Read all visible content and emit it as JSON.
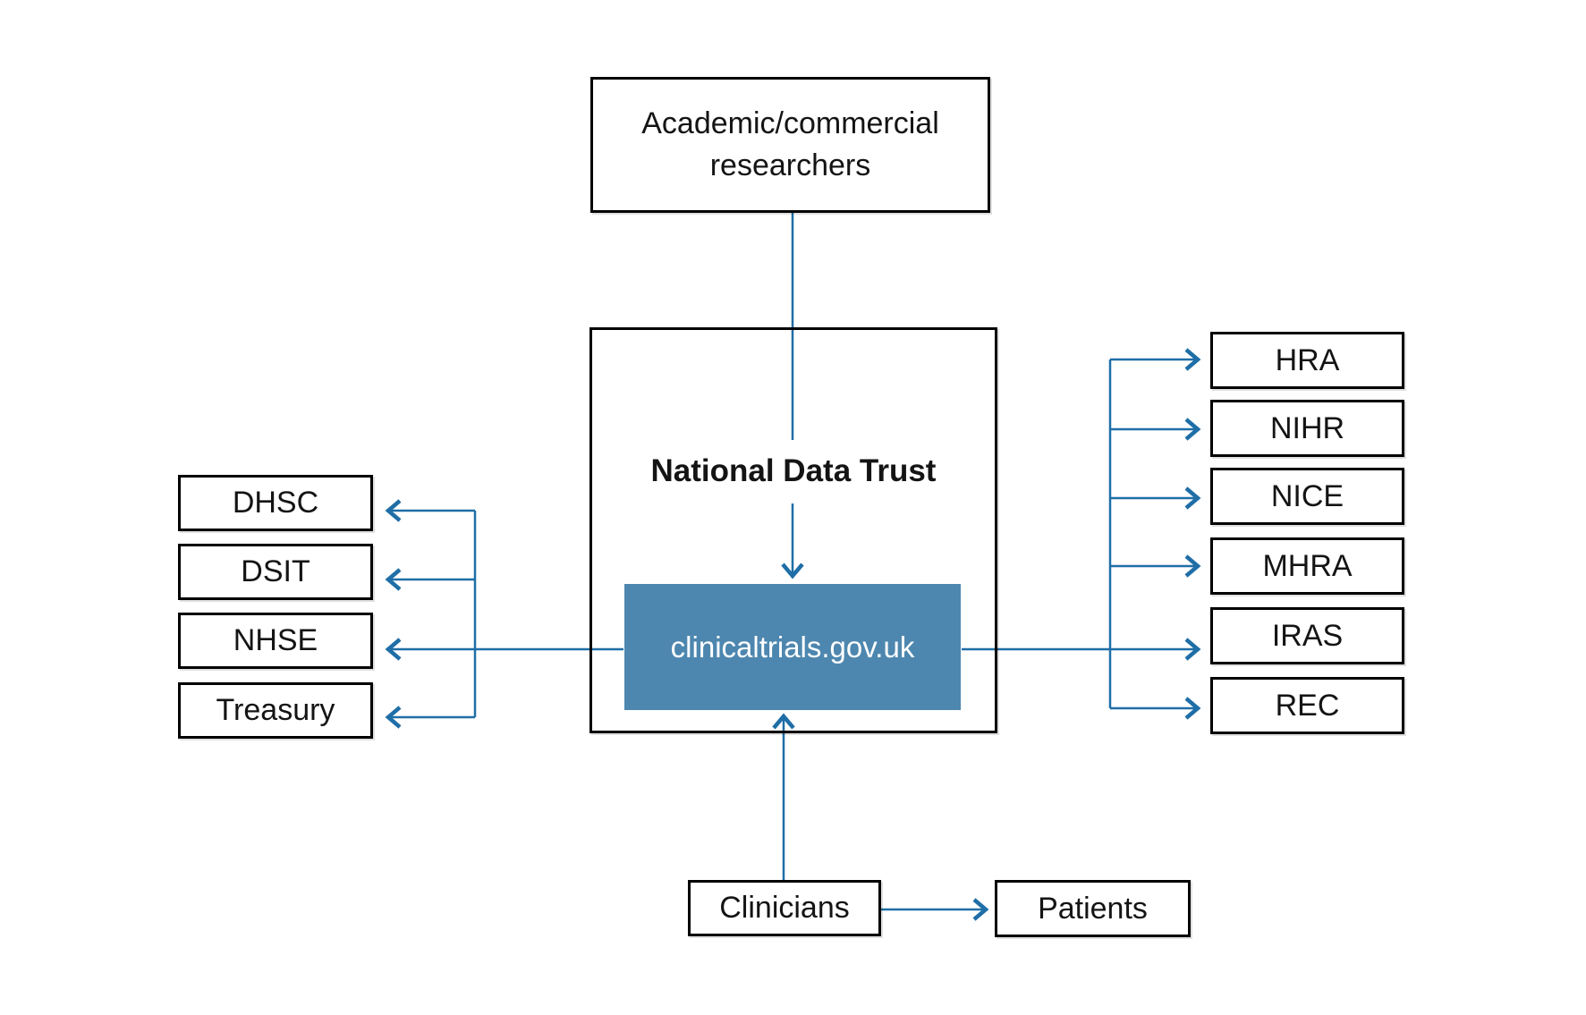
{
  "colors": {
    "line": "#1F6EA7",
    "fill": "#4D87AF",
    "filltext": "#FFFFFF",
    "border": "#000000",
    "text": "#141414",
    "bg": "#FFFFFF"
  },
  "nodes": {
    "researchers": {
      "label": "Academic/commercial researchers"
    },
    "trust": {
      "label": "National Data Trust"
    },
    "platform": {
      "label": "clinicaltrials.gov.uk"
    },
    "government": [
      {
        "label": "DHSC"
      },
      {
        "label": "DSIT"
      },
      {
        "label": "NHSE"
      },
      {
        "label": "Treasury"
      }
    ],
    "regulators": [
      {
        "label": "HRA"
      },
      {
        "label": "NIHR"
      },
      {
        "label": "NICE"
      },
      {
        "label": "MHRA"
      },
      {
        "label": "IRAS"
      },
      {
        "label": "REC"
      }
    ],
    "clinicians": {
      "label": "Clinicians"
    },
    "patients": {
      "label": "Patients"
    }
  }
}
